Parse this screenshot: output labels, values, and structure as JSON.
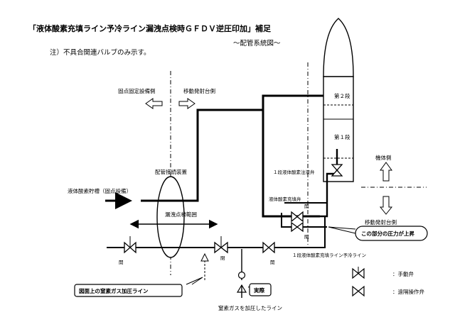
{
  "title": "「液体酸素充填ライン予冷ライン漏洩点検時ＧＦＤＶ逆圧印加」補足",
  "subtitle": "〜配管系統図〜",
  "note": "注）不具合関連バルブのみ示す。",
  "labels": {
    "fixed_facility_side": "固点固定設備側",
    "mobile_launcher_side_top": "移動発射台側",
    "umbilical_disconnect": "配管接続装置",
    "lox_storage": "液体酸素貯槽（固点設備）",
    "leak_check_range": "漏洩点検範囲",
    "stage2": "第２段",
    "stage1": "第１段",
    "stage1_fill_valve": "１段液体酸素注液弁",
    "lox_fill_drain": "液体酸素充填弁",
    "umbilical_side": "機体側",
    "mobile_launcher_side_bottom": "移動発射台側",
    "open_left": "開",
    "open_mid": "閉",
    "open_right": "開",
    "open_top": "開",
    "close_bottom": "閉",
    "chilldown_line": "１段液体酸素充填ライン予冷ライン",
    "pressure_here": "この部分の圧力が上昇",
    "drawing_gn2_line": "図面上の窒素ガス加圧ライン",
    "actual": "実際",
    "gn2_pressurized_line": "窒素ガスを加圧したライン",
    "legend_manual": "：手動弁",
    "legend_remote": "：遠隔操作弁"
  }
}
